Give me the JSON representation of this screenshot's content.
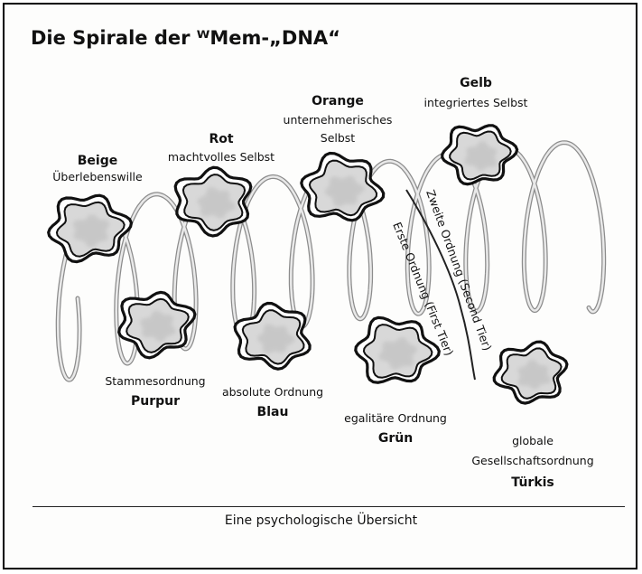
{
  "title": "Die Spirale der ᵂMem-„DNA“",
  "memes": [
    {
      "color": "Beige",
      "description": "Überlebenswille"
    },
    {
      "color": "Purpur",
      "description": "Stammesordnung"
    },
    {
      "color": "Rot",
      "description": "machtvolles Selbst"
    },
    {
      "color": "Blau",
      "description": "absolute Ordnung"
    },
    {
      "color": "Orange",
      "description_line1": "unternehmerisches",
      "description_line2": "Selbst"
    },
    {
      "color": "Grün",
      "description": "egalitäre Ordnung"
    },
    {
      "color": "Gelb",
      "description": "integriertes Selbst"
    },
    {
      "color": "Türkis",
      "description_line1": "globale",
      "description_line2": "Gesellschaftsordnung"
    }
  ],
  "tiers": {
    "first": "Erste Ordnung (First Tier)",
    "second": "Zweite Ordnung (Second Tier)"
  },
  "caption": "Eine psychologische Übersicht",
  "colors": {
    "blob_fill": "#d8d8d8",
    "outline": "#111111",
    "spiral": "#bcbcbc"
  }
}
